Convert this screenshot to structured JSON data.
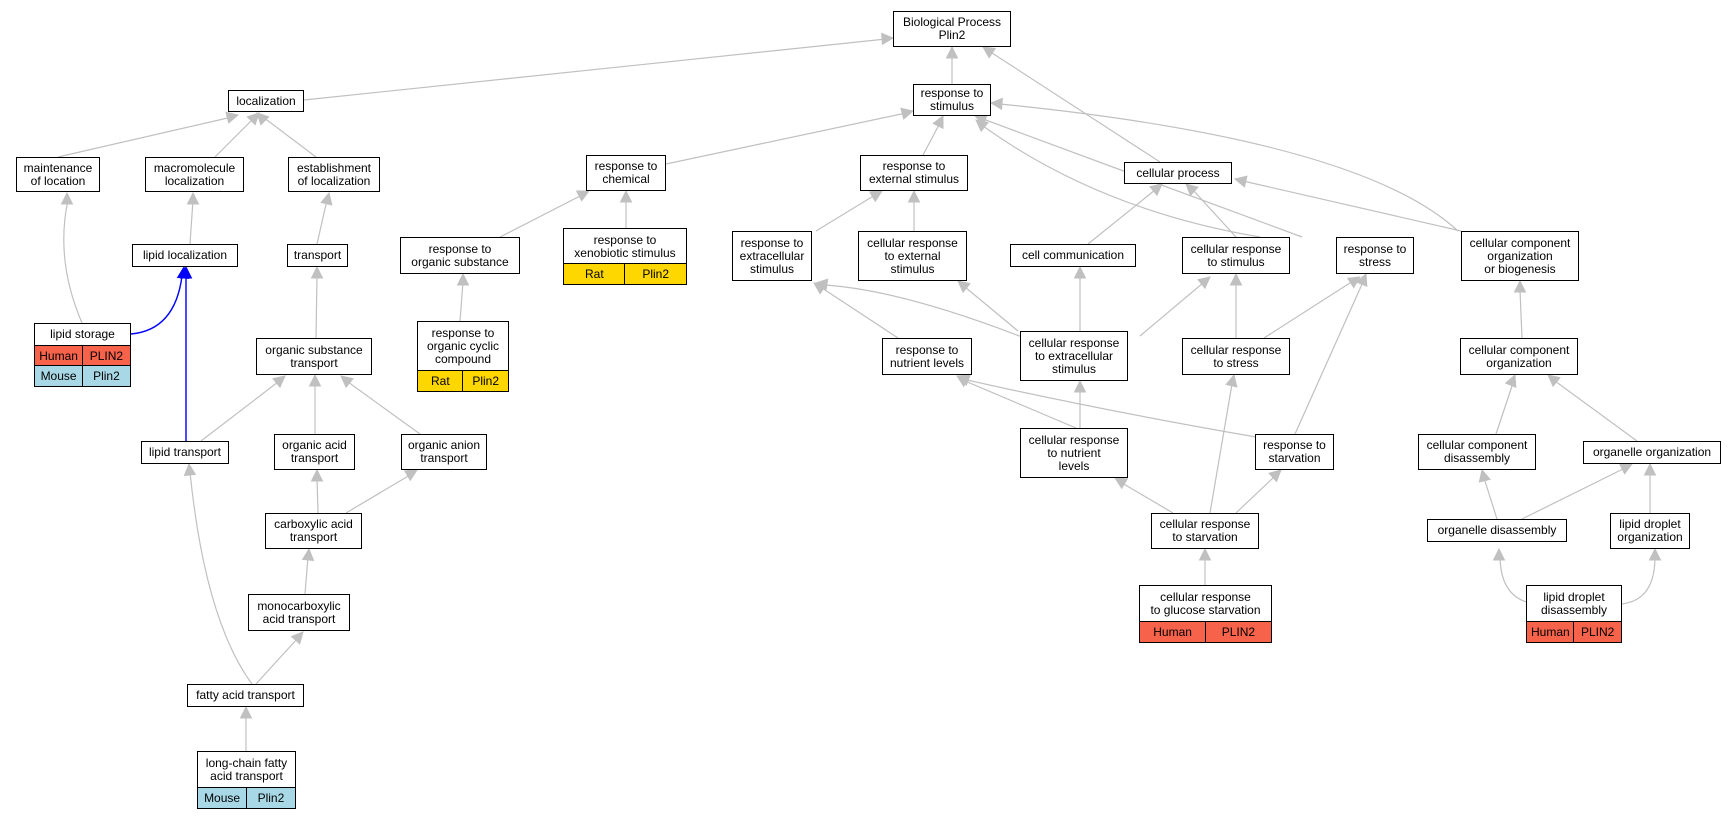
{
  "colors": {
    "edge": "#c0c0c0",
    "edge_highlight": "#0000ff",
    "human": "#f6624a",
    "mouse": "#a8d8e6",
    "rat": "#fed700"
  },
  "nodes": {
    "bp": {
      "label": "Biological Process\nPlin2"
    },
    "localization": {
      "label": "localization"
    },
    "response_to_stimulus": {
      "label": "response to\nstimulus"
    },
    "maintenance_of_location": {
      "label": "maintenance\nof location"
    },
    "macromolecule_localization": {
      "label": "macromolecule\nlocalization"
    },
    "establishment_of_localization": {
      "label": "establishment\nof localization"
    },
    "response_to_chemical": {
      "label": "response to\nchemical"
    },
    "response_to_external_stimulus": {
      "label": "response to\nexternal stimulus"
    },
    "cellular_process": {
      "label": "cellular process"
    },
    "lipid_localization": {
      "label": "lipid localization"
    },
    "transport": {
      "label": "transport"
    },
    "response_to_organic_substance": {
      "label": "response to\norganic substance"
    },
    "response_to_xenobiotic_stimulus": {
      "label": "response to\nxenobiotic stimulus"
    },
    "response_to_extracellular_stimulus": {
      "label": "response to\nextracellular\nstimulus"
    },
    "cellular_response_to_external_stimulus": {
      "label": "cellular response\nto external\nstimulus"
    },
    "cell_communication": {
      "label": "cell communication"
    },
    "cellular_response_to_stimulus": {
      "label": "cellular response\nto stimulus"
    },
    "response_to_stress": {
      "label": "response to\nstress"
    },
    "ccob": {
      "label": "cellular component\norganization\nor biogenesis"
    },
    "lipid_storage": {
      "label": "lipid storage"
    },
    "organic_substance_transport": {
      "label": "organic substance\ntransport"
    },
    "response_to_organic_cyclic_compound": {
      "label": "response to\norganic cyclic\ncompound"
    },
    "response_to_nutrient_levels": {
      "label": "response to\nnutrient levels"
    },
    "cellular_response_to_extracellular_stimulus": {
      "label": "cellular response\nto extracellular\nstimulus"
    },
    "cellular_response_to_stress": {
      "label": "cellular response\nto stress"
    },
    "cellular_component_organization": {
      "label": "cellular component\norganization"
    },
    "lipid_transport": {
      "label": "lipid transport"
    },
    "organic_acid_transport": {
      "label": "organic acid\ntransport"
    },
    "organic_anion_transport": {
      "label": "organic anion\ntransport"
    },
    "cellular_response_to_nutrient_levels": {
      "label": "cellular response\nto nutrient\nlevels"
    },
    "response_to_starvation": {
      "label": "response to\nstarvation"
    },
    "cellular_component_disassembly": {
      "label": "cellular component\ndisassembly"
    },
    "organelle_organization": {
      "label": "organelle organization"
    },
    "carboxylic_acid_transport": {
      "label": "carboxylic acid\ntransport"
    },
    "cellular_response_to_starvation": {
      "label": "cellular response\nto starvation"
    },
    "organelle_disassembly": {
      "label": "organelle disassembly"
    },
    "lipid_droplet_organization": {
      "label": "lipid droplet\norganization"
    },
    "monocarboxylic_acid_transport": {
      "label": "monocarboxylic\nacid transport"
    },
    "cellular_response_to_glucose_starvation": {
      "label": "cellular response\nto glucose starvation"
    },
    "lipid_droplet_disassembly": {
      "label": "lipid droplet\ndisassembly"
    },
    "fatty_acid_transport": {
      "label": "fatty acid transport"
    },
    "long_chain_fatty_acid_transport": {
      "label": "long-chain fatty\nacid transport"
    }
  },
  "annotations": {
    "lipid_storage": [
      [
        "Human",
        "PLIN2"
      ],
      [
        "Mouse",
        "Plin2"
      ]
    ],
    "response_to_xenobiotic_stimulus": [
      [
        "Rat",
        "Plin2"
      ]
    ],
    "response_to_organic_cyclic_compound": [
      [
        "Rat",
        "Plin2"
      ]
    ],
    "cellular_response_to_glucose_starvation": [
      [
        "Human",
        "PLIN2"
      ]
    ],
    "lipid_droplet_disassembly": [
      [
        "Human",
        "PLIN2"
      ]
    ],
    "long_chain_fatty_acid_transport": [
      [
        "Mouse",
        "Plin2"
      ]
    ]
  }
}
